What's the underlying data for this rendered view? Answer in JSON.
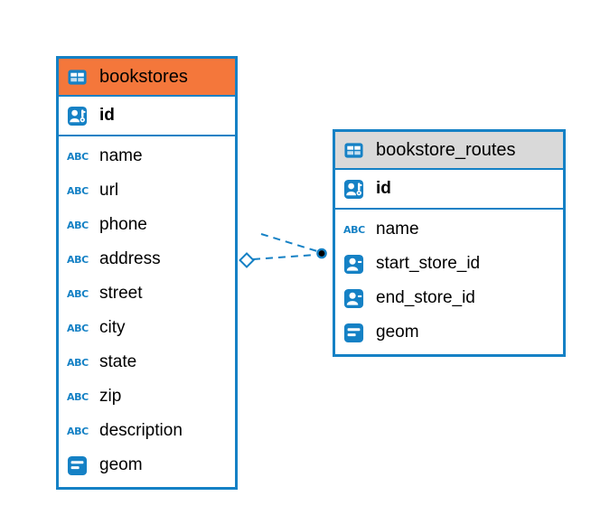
{
  "diagram": {
    "colors": {
      "border_blue": "#1581C5",
      "header_orange": "#F4773B",
      "header_gray": "#D9D9D9",
      "icon_blue": "#1581C5",
      "connector_blue": "#1581C5",
      "connector_dot": "#000000",
      "background": "#FFFFFF"
    },
    "tables": [
      {
        "name": "bookstores",
        "header_icon": "table-icon",
        "columns": [
          {
            "name": "id",
            "icon": "user-key-icon",
            "primary_key": true
          },
          {
            "name": "name",
            "icon": "abc-text-icon"
          },
          {
            "name": "url",
            "icon": "abc-text-icon"
          },
          {
            "name": "phone",
            "icon": "abc-text-icon"
          },
          {
            "name": "address",
            "icon": "abc-text-icon"
          },
          {
            "name": "street",
            "icon": "abc-text-icon"
          },
          {
            "name": "city",
            "icon": "abc-text-icon"
          },
          {
            "name": "state",
            "icon": "abc-text-icon"
          },
          {
            "name": "zip",
            "icon": "abc-text-icon"
          },
          {
            "name": "description",
            "icon": "abc-text-icon"
          },
          {
            "name": "geom",
            "icon": "geometry-icon"
          }
        ]
      },
      {
        "name": "bookstore_routes",
        "header_icon": "table-icon",
        "columns": [
          {
            "name": "id",
            "icon": "user-key-icon",
            "primary_key": true
          },
          {
            "name": "name",
            "icon": "abc-text-icon"
          },
          {
            "name": "start_store_id",
            "icon": "user-reference-icon"
          },
          {
            "name": "end_store_id",
            "icon": "user-reference-icon"
          },
          {
            "name": "geom",
            "icon": "geometry-icon"
          }
        ]
      }
    ],
    "relationship": {
      "from_table": "bookstores",
      "to_table": "bookstore_routes",
      "line_style": "dashed",
      "source_marker": "diamond",
      "target_marker": "filled-dot",
      "line_count": 2
    },
    "abc_label": "ABC"
  }
}
